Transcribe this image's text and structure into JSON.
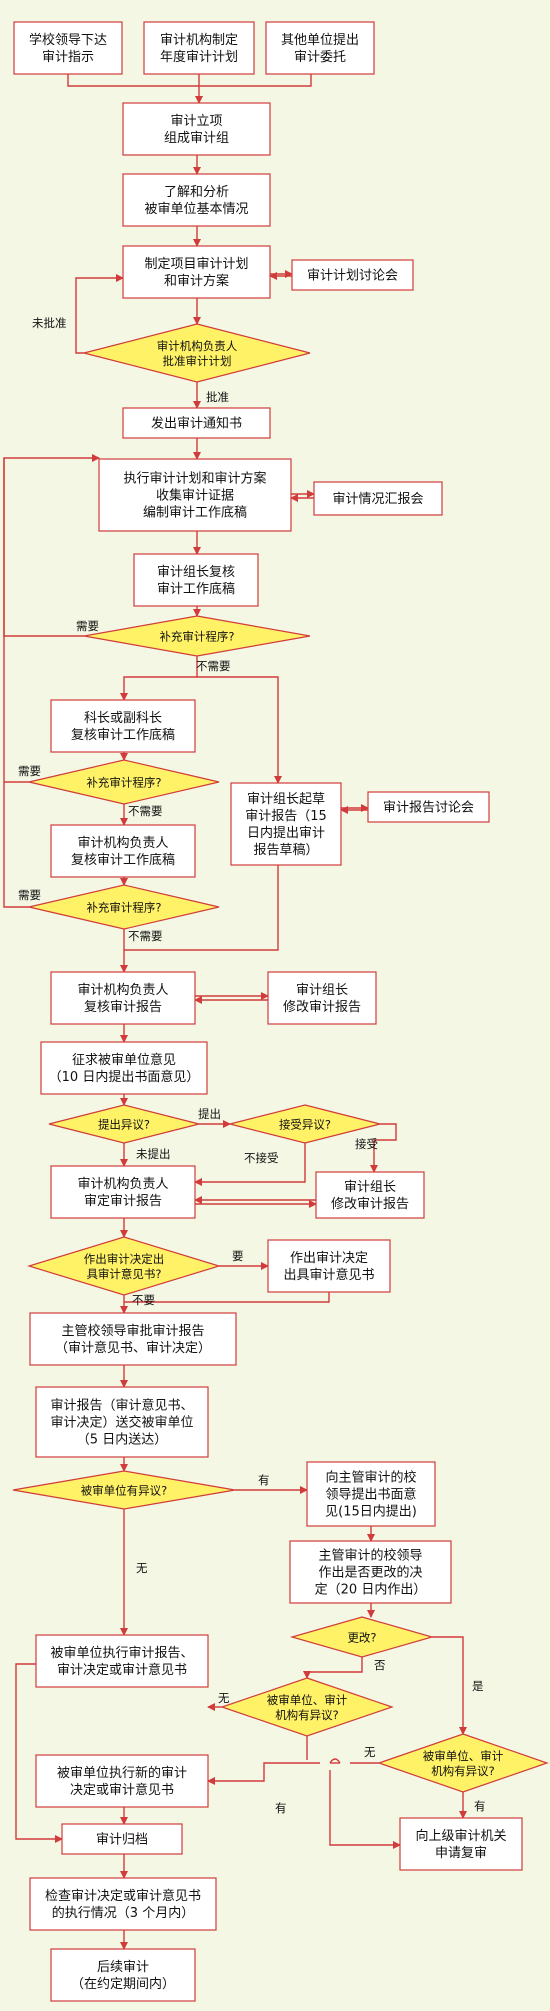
{
  "nodes": {
    "n1": [
      "学校领导下达",
      "审计指示"
    ],
    "n2": [
      "审计机构制定",
      "年度审计计划"
    ],
    "n3": [
      "其他单位提出",
      "审计委托"
    ],
    "n4": [
      "审计立项",
      "组成审计组"
    ],
    "n5": [
      "了解和分析",
      "被审单位基本情况"
    ],
    "n6": [
      "制定项目审计计划",
      "和审计方案"
    ],
    "n7": [
      "审计计划讨论会"
    ],
    "d1": [
      "审计机构负责人",
      "批准审计计划"
    ],
    "n8": [
      "发出审计通知书"
    ],
    "n9": [
      "执行审计计划和审计方案",
      "收集审计证据",
      "编制审计工作底稿"
    ],
    "n10": [
      "审计情况汇报会"
    ],
    "n11": [
      "审计组长复核",
      "审计工作底稿"
    ],
    "d2": [
      "补充审计程序?"
    ],
    "n12": [
      "科长或副科长",
      "复核审计工作底稿"
    ],
    "d3": [
      "补充审计程序?"
    ],
    "n13": [
      "审计组长起草",
      "审计报告（15",
      "日内提出审计",
      "报告草稿）"
    ],
    "n14": [
      "审计报告讨论会"
    ],
    "n15": [
      "审计机构负责人",
      "复核审计工作底稿"
    ],
    "d4": [
      "补充审计程序?"
    ],
    "n16": [
      "审计机构负责人",
      "复核审计报告"
    ],
    "n17": [
      "审计组长",
      "修改审计报告"
    ],
    "n18": [
      "征求被审单位意见",
      "（10 日内提出书面意见）"
    ],
    "d5": [
      "提出异议?"
    ],
    "d6": [
      "接受异议?"
    ],
    "n19": [
      "审计机构负责人",
      "审定审计报告"
    ],
    "n20": [
      "审计组长",
      "修改审计报告"
    ],
    "d7": [
      "作出审计决定出",
      "具审计意见书?"
    ],
    "n21": [
      "作出审计决定",
      "出具审计意见书"
    ],
    "n22": [
      "主管校领导审批审计报告",
      "（审计意见书、审计决定）"
    ],
    "n23": [
      "审计报告（审计意见书、",
      "审计决定）送交被审单位",
      "（5 日内送达）"
    ],
    "d8": [
      "被审单位有异议?"
    ],
    "n24": [
      "向主管审计的校",
      "领导提出书面意",
      "见(15日内提出)"
    ],
    "n25": [
      "主管审计的校领导",
      "作出是否更改的决",
      "定（20 日内作出）"
    ],
    "d9": [
      "更改?"
    ],
    "d10": [
      "被审单位、审计",
      "机构有异议?"
    ],
    "d11": [
      "被审单位、审计",
      "机构有异议?"
    ],
    "n26": [
      "被审单位执行审计报告、",
      "审计决定或审计意见书"
    ],
    "n27": [
      "被审单位执行新的审计",
      "决定或审计意见书"
    ],
    "n28": [
      "审计归档"
    ],
    "n29": [
      "向上级审计机关",
      "申请复审"
    ],
    "n30": [
      "检查审计决定或审计意见书",
      "的执行情况（3 个月内）"
    ],
    "n31": [
      "后续审计",
      "（在约定期间内）"
    ]
  },
  "labels": {
    "not_approved": "未批准",
    "approved": "批准",
    "need_1": "需要",
    "no_need_1": "不需要",
    "need_2": "需要",
    "no_need_2": "不需要",
    "need_3": "需要",
    "no_need_3": "不需要",
    "raise": "提出",
    "not_raise": "未提出",
    "accept": "接受",
    "not_accept": "不接受",
    "need_decision": "要",
    "no_need_decision": "不要",
    "has_objection": "有",
    "none_objection": "无",
    "change_no": "否",
    "change_yes": "是",
    "d10_none": "无",
    "d10_has": "有",
    "d11_none": "无",
    "d11_has": "有"
  }
}
